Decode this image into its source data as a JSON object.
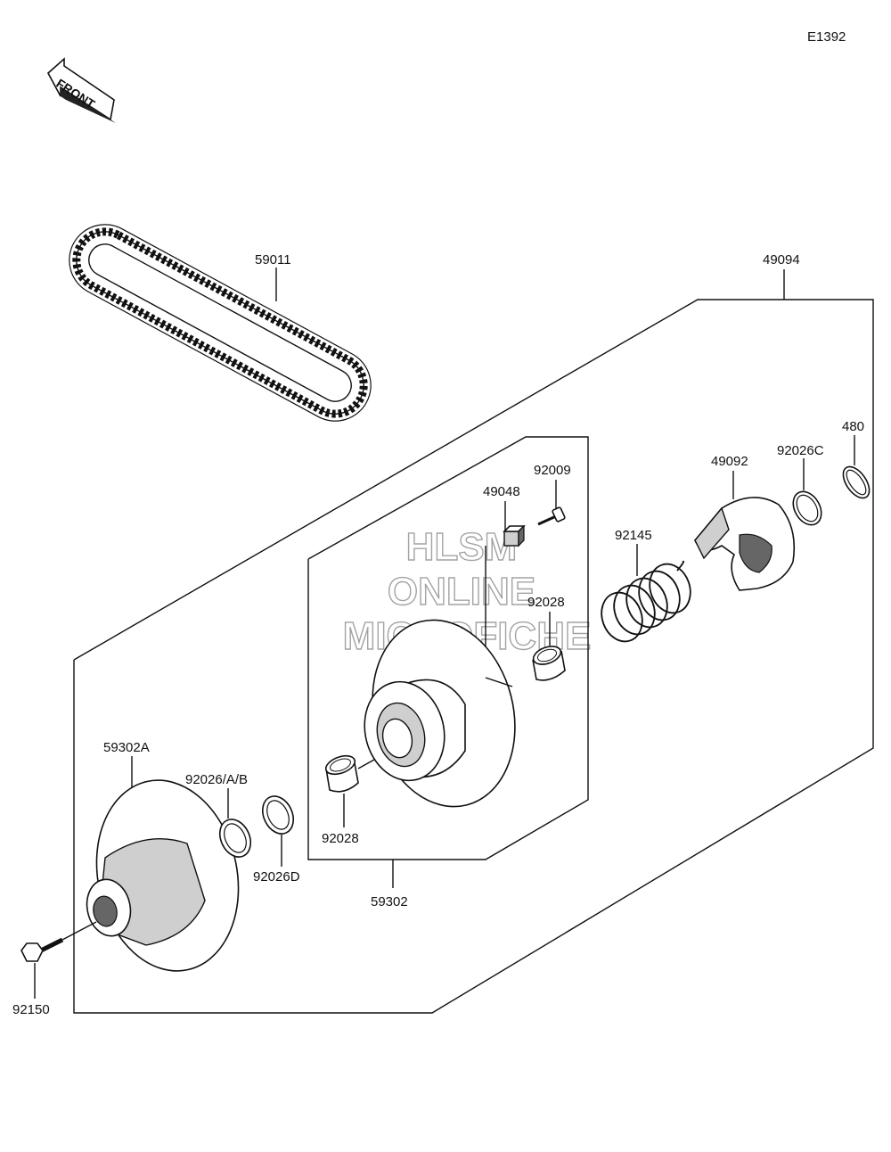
{
  "diagram_code": "E1392",
  "front_label": "FRONT",
  "watermark": [
    "HLSM",
    "ONLINE",
    "MICROFICHE"
  ],
  "part_labels": {
    "belt": "59011",
    "converter_assy": "49094",
    "circlip": "480",
    "washer_c": "92026C",
    "cam": "49092",
    "screw": "92009",
    "weight": "49048",
    "spring": "92145",
    "bushing_upper": "92028",
    "bushing_lower": "92028",
    "sheave_movable": "59302",
    "sheave_fixed": "59302A",
    "washer_ab": "92026/A/B",
    "washer_d": "92026D",
    "bolt": "92150"
  }
}
